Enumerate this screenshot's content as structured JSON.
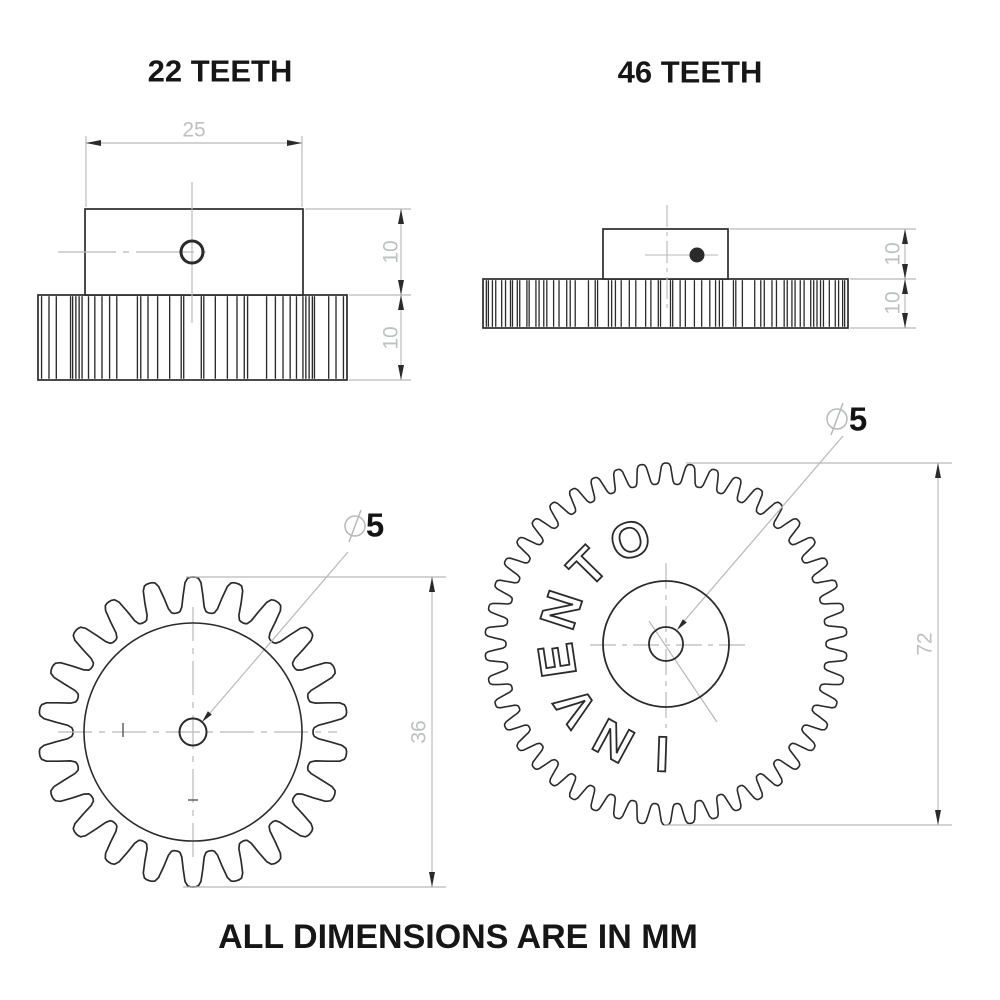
{
  "header": {
    "left_title": "22 TEETH",
    "right_title": "46 TEETH"
  },
  "footer": {
    "note": "ALL DIMENSIONS ARE IN MM"
  },
  "pinion": {
    "teeth": 22,
    "side_view": {
      "hub_width": "25",
      "hub_thickness": "10",
      "gear_thickness": "10"
    },
    "front_view": {
      "outer_diameter": "36",
      "hole_label": "⌀5",
      "hole_symbol": "⌀",
      "hole_value": "5"
    }
  },
  "gear": {
    "teeth": 46,
    "side_view": {
      "hub_thickness": "10",
      "gear_thickness": "10"
    },
    "front_view": {
      "outer_diameter": "72",
      "hole_label": "⌀5",
      "hole_symbol": "⌀",
      "hole_value": "5",
      "brand": "INVENTO"
    }
  },
  "colors": {
    "outline": "#2b2b2b",
    "dim_line": "#b6bab8",
    "dim_text": "#bdc2bf",
    "label_text": "#141414",
    "background": "#ffffff"
  }
}
